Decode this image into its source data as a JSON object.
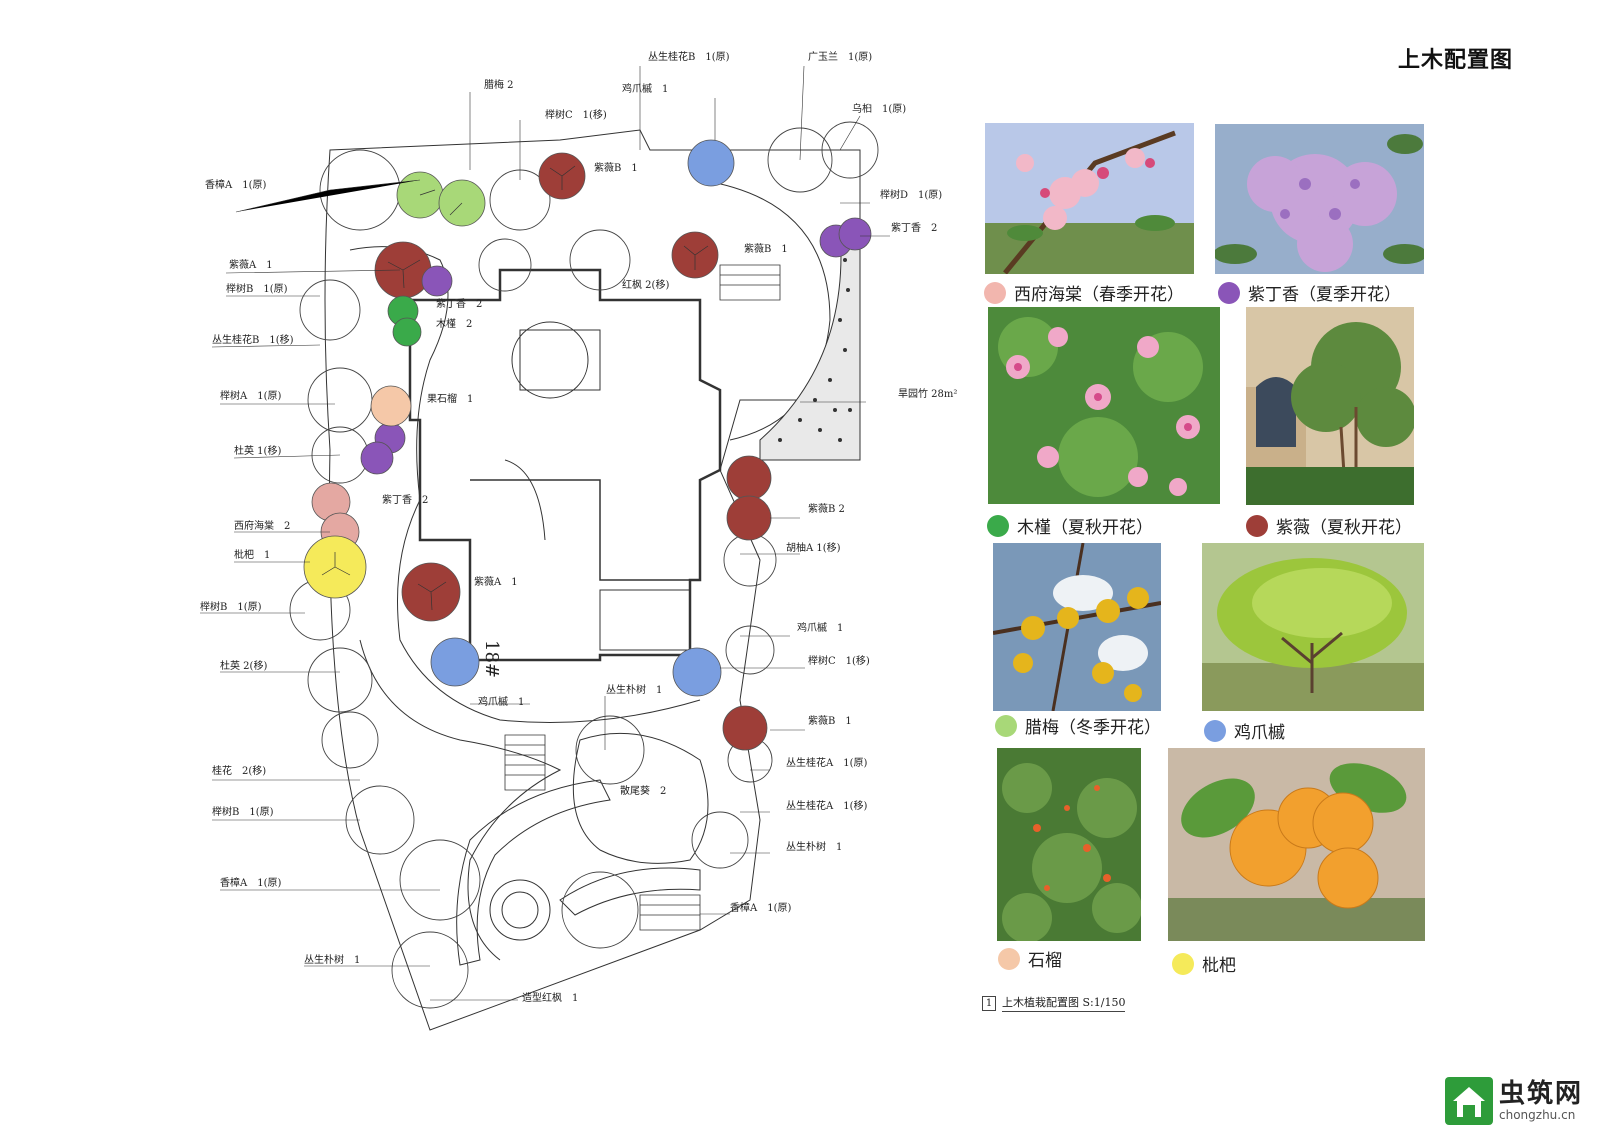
{
  "title": "上木配置图",
  "scale_label": {
    "number": "1",
    "text": "上木植栽配置图 S:1/150"
  },
  "watermark": {
    "cn": "虫筑网",
    "en": "chongzhu.cn"
  },
  "legend": [
    {
      "label": "西府海棠（春季开花）",
      "color": "#f2b6ae"
    },
    {
      "label": "紫丁香（夏季开花）",
      "color": "#8a55b8"
    },
    {
      "label": "木槿（夏秋开花）",
      "color": "#3aaa4a"
    },
    {
      "label": "紫薇（夏秋开花）",
      "color": "#9e3e38"
    },
    {
      "label": "腊梅（冬季开花）",
      "color": "#a8d878"
    },
    {
      "label": "鸡爪槭",
      "color": "#7a9ee0"
    },
    {
      "label": "石榴",
      "color": "#f5c8a8"
    },
    {
      "label": "枇杷",
      "color": "#f5ea5a"
    }
  ],
  "house_label": "18#",
  "plan_labels": [
    {
      "id": "cong-guihua-b-top",
      "text": "丛生桂花B　1(原)"
    },
    {
      "id": "guang-yulan",
      "text": "广玉兰　1(原)"
    },
    {
      "id": "jizhaoqi-top",
      "text": "鸡爪槭　1"
    },
    {
      "id": "lamei-top",
      "text": "腊梅 2"
    },
    {
      "id": "wujiu",
      "text": "乌桕　1(原)"
    },
    {
      "id": "jushu-c-top",
      "text": "榉树C　1(移)"
    },
    {
      "id": "ziwei-b-top",
      "text": "紫薇B　1"
    },
    {
      "id": "xiangzhang-a-top",
      "text": "香樟A　1(原)"
    },
    {
      "id": "jushu-d",
      "text": "榉树D　1(原)"
    },
    {
      "id": "zidingxiang-right",
      "text": "紫丁香　2"
    },
    {
      "id": "ziwei-a-top",
      "text": "紫薇A　1"
    },
    {
      "id": "ziwei-b-mid",
      "text": "紫薇B　1"
    },
    {
      "id": "jushu-b-top",
      "text": "榉树B　1(原)"
    },
    {
      "id": "hongfeng",
      "text": "红枫 2(移)"
    },
    {
      "id": "zidingxiang-inner",
      "text": "紫丁香　2"
    },
    {
      "id": "mujin",
      "text": "木槿　2"
    },
    {
      "id": "cong-guihua-b-left",
      "text": "丛生桂花B　1(移)"
    },
    {
      "id": "jushu-a",
      "text": "榉树A　1(原)"
    },
    {
      "id": "guo-shiliu",
      "text": "果石榴　1"
    },
    {
      "id": "zaoyuanzhu",
      "text": "旱园竹 28m²"
    },
    {
      "id": "duying",
      "text": "杜英 1(移)"
    },
    {
      "id": "zidingxiang-lower",
      "text": "紫丁香　2"
    },
    {
      "id": "xifuhaitang",
      "text": "西府海棠　2"
    },
    {
      "id": "ziwei-b-right",
      "text": "紫薇B 2"
    },
    {
      "id": "pipa",
      "text": "枇杷　1"
    },
    {
      "id": "husheng-a",
      "text": "胡柚A 1(移)"
    },
    {
      "id": "ziwei-a-lower",
      "text": "紫薇A　1"
    },
    {
      "id": "jushu-b-left",
      "text": "榉树B　1(原)"
    },
    {
      "id": "jizhaoqi-right",
      "text": "鸡爪槭　1"
    },
    {
      "id": "jushu-c-right",
      "text": "榉树C　1(移)"
    },
    {
      "id": "duying-2",
      "text": "杜英 2(移)"
    },
    {
      "id": "jizhaoqi-bottom",
      "text": "鸡爪槭　1"
    },
    {
      "id": "cong-pushu-mid",
      "text": "丛生朴树　1"
    },
    {
      "id": "ziwei-b-low",
      "text": "紫薇B　1"
    },
    {
      "id": "guihua-2",
      "text": "桂花　2(移)"
    },
    {
      "id": "cong-guihua-a-1",
      "text": "丛生桂花A　1(原)"
    },
    {
      "id": "sanweikui",
      "text": "散尾葵　2"
    },
    {
      "id": "cong-guihua-a-2",
      "text": "丛生桂花A　1(移)"
    },
    {
      "id": "jushu-b-bottom",
      "text": "榉树B　1(原)"
    },
    {
      "id": "cong-pushu-right",
      "text": "丛生朴树　1"
    },
    {
      "id": "xiangzhang-a-left",
      "text": "香樟A　1(原)"
    },
    {
      "id": "xiangzhang-a-right",
      "text": "香樟A　1(原)"
    },
    {
      "id": "cong-pushu-bottom",
      "text": "丛生朴树　1"
    },
    {
      "id": "zaoxing-hongfeng",
      "text": "造型红枫　1"
    }
  ]
}
